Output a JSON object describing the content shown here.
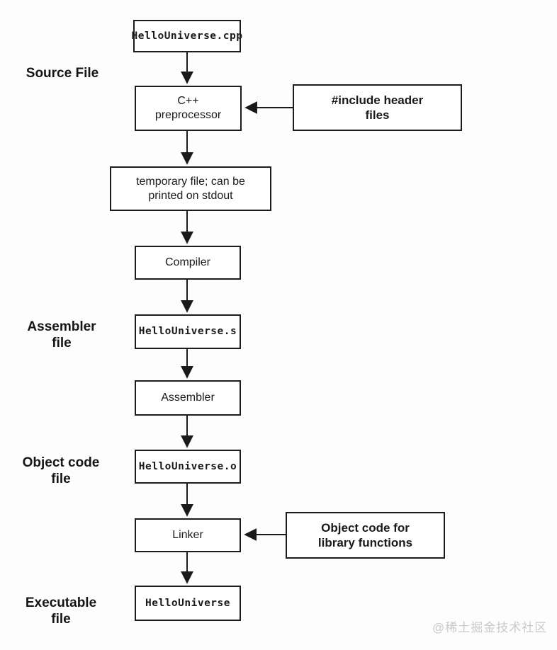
{
  "diagram": {
    "title_semantic": "cpp-compilation-pipeline",
    "border_color": "#1c1c1c",
    "arrow_color": "#1a1a1a",
    "background_color": "#fdfdfd"
  },
  "nodes": {
    "source_file": "HelloUniverse.cpp",
    "preprocessor": "C++\npreprocessor",
    "include_headers": "#include header\nfiles",
    "temp_file": "temporary file; can be\nprinted on stdout",
    "compiler": "Compiler",
    "assembly_file": "HelloUniverse.s",
    "assembler": "Assembler",
    "object_file": "HelloUniverse.o",
    "linker": "Linker",
    "library_objects": "Object code for\nlibrary functions",
    "executable": "HelloUniverse"
  },
  "side_labels": {
    "source": "Source File",
    "assembler_file": "Assembler\nfile",
    "object_code_file": "Object code\nfile",
    "executable_file": "Executable\nfile"
  },
  "watermark": {
    "text": "@稀土掘金技术社区",
    "color": "#c9c9c9"
  }
}
